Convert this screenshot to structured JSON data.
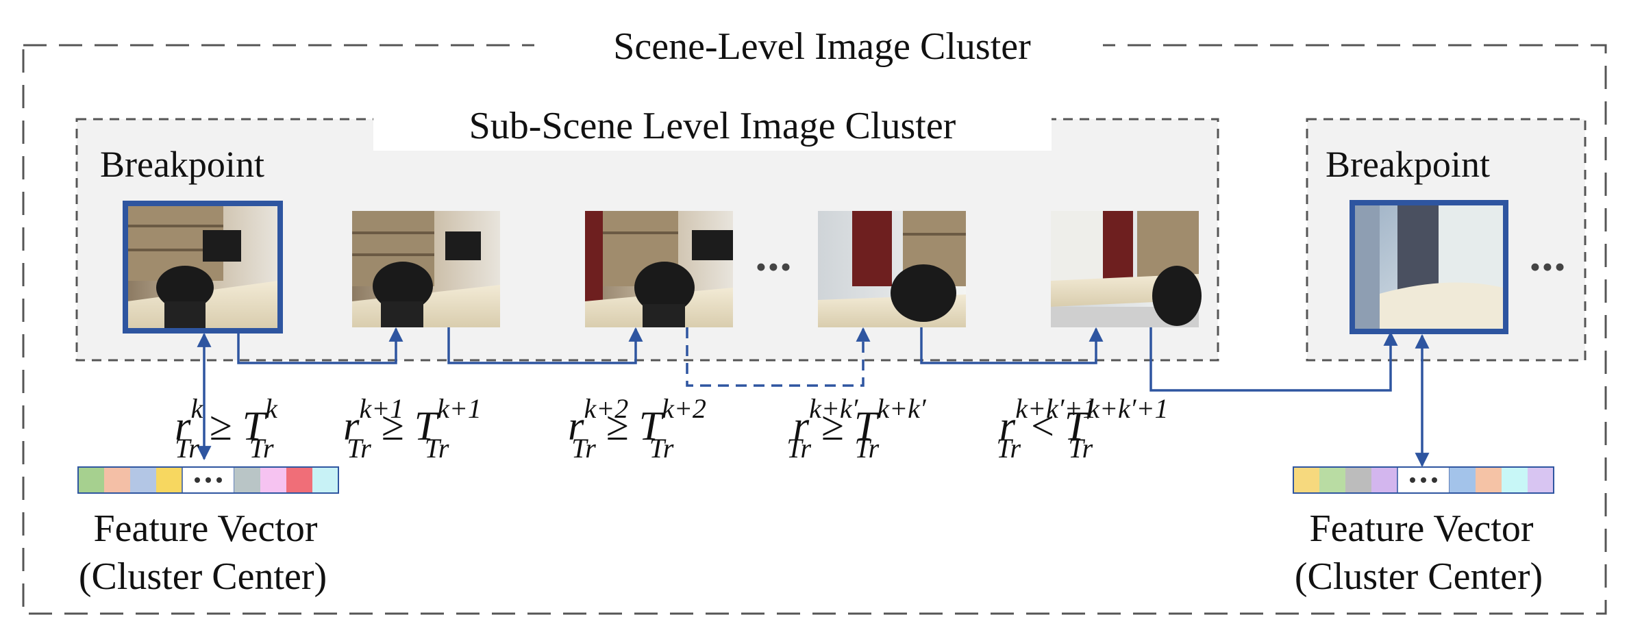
{
  "outer_cluster": {
    "title": "Scene-Level Image Cluster"
  },
  "sub_cluster": {
    "title": "Sub-Scene Level Image Cluster",
    "breakpoint_label": "Breakpoint"
  },
  "next_cluster": {
    "breakpoint_label": "Breakpoint"
  },
  "ellipsis": "•••",
  "conditions": [
    {
      "r": "r",
      "r_sub": "Tr",
      "r_sup": "k",
      "op": "≥",
      "t": "T",
      "t_sub": "Tr",
      "t_sup": "k"
    },
    {
      "r": "r",
      "r_sub": "Tr",
      "r_sup": "k+1",
      "op": "≥",
      "t": "T",
      "t_sub": "Tr",
      "t_sup": "k+1"
    },
    {
      "r": "r",
      "r_sub": "Tr",
      "r_sup": "k+2",
      "op": "≥",
      "t": "T",
      "t_sub": "Tr",
      "t_sup": "k+2"
    },
    {
      "r": "r",
      "r_sub": "Tr",
      "r_sup": "k+k′",
      "op": "≥",
      "t": "T",
      "t_sub": "Tr",
      "t_sup": "k+k′"
    },
    {
      "r": "r",
      "r_sub": "Tr",
      "r_sup": "k+k′+1",
      "op": "<",
      "t": "T",
      "t_sub": "Tr",
      "t_sup": "k+k′+1"
    }
  ],
  "feature_vector_left": {
    "line1": "Feature Vector",
    "line2": "(Cluster Center)",
    "colors": [
      "#a6d08f",
      "#f4bfa6",
      "#b3c6e5",
      "#f7d760",
      "dots",
      "#b9c5c6",
      "#f6c3f1",
      "#f06e78",
      "#c8f2f6"
    ]
  },
  "feature_vector_right": {
    "line1": "Feature Vector",
    "line2": "(Cluster Center)",
    "colors": [
      "#f6d97e",
      "#b9dca3",
      "#bcbcbc",
      "#d3b6ee",
      "dots",
      "#a3c3ea",
      "#f5c3a6",
      "#c8f7f7",
      "#d8c5f2"
    ]
  },
  "colors": {
    "accent": "#2e55a0",
    "panel": "#f2f2f2",
    "dash": "#555555"
  }
}
